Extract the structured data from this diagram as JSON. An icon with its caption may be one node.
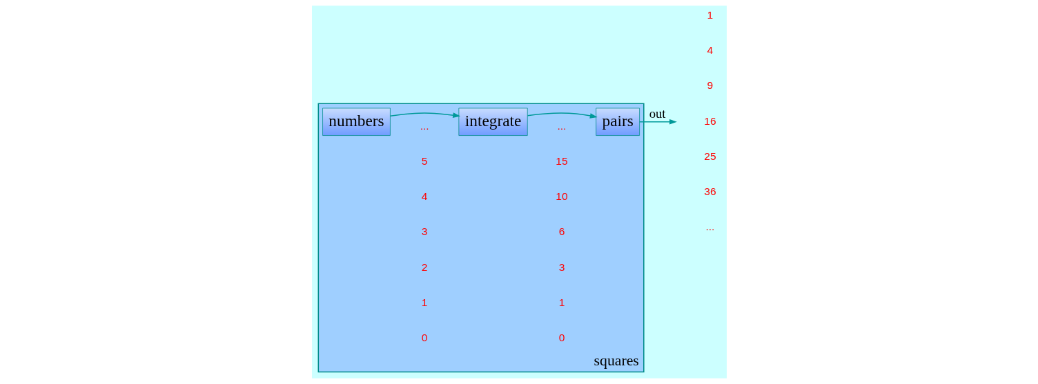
{
  "diagram": {
    "nodes": [
      {
        "text": [
          "squares"
        ]
      },
      {
        "text": [
          "numbers"
        ],
        "in": 0
      },
      {
        "text": [
          "integrate"
        ],
        "in": 0
      },
      {
        "text": [
          "pairs"
        ],
        "in": 0
      }
    ],
    "edges": [
      {
        "from": 1,
        "to": 2,
        "arrow": "to"
      },
      {
        "from": 2,
        "to": 3,
        "arrow": "to"
      },
      {
        "from": 3,
        "to": null,
        "arrow": "to",
        "label": "out"
      }
    ],
    "labels": [
      "0",
      "0",
      "1",
      "1",
      "1",
      "4",
      "2",
      "3",
      "9",
      "3",
      "6",
      "16",
      "4",
      "10",
      "25",
      "5",
      "15",
      "36",
      "...",
      "...",
      "..."
    ]
  }
}
